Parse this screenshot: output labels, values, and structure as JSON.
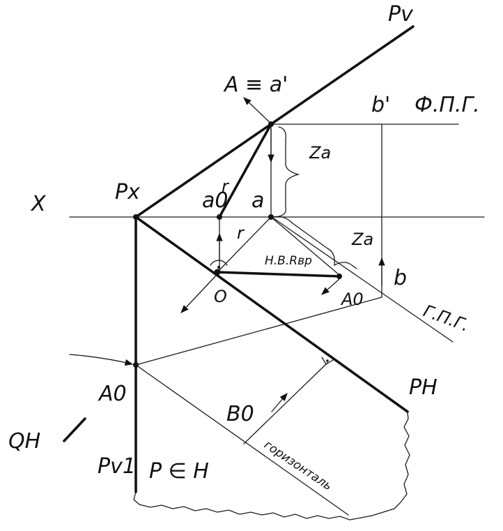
{
  "labels": {
    "pv": "Pv",
    "a_equiv": "A ≡ a'",
    "b_prime": "b'",
    "fpg": "Ф.П.Г.",
    "za_top": "Za",
    "x": "X",
    "px": "Px",
    "a0_prime": "a0",
    "a": "a",
    "r_top": "r",
    "r_bottom": "r",
    "za_bottom": "Za",
    "hvr": "Н.В.Rвр",
    "b": "b",
    "o": "O",
    "a0_right": "A0",
    "gpg": "Г.П.Г.",
    "a0_left": "A0",
    "ph": "PH",
    "b0": "B0",
    "qh": "QH",
    "pv1": "Pv1",
    "p_in_h": "P ∈ H",
    "horizontal": "горизонталь"
  }
}
